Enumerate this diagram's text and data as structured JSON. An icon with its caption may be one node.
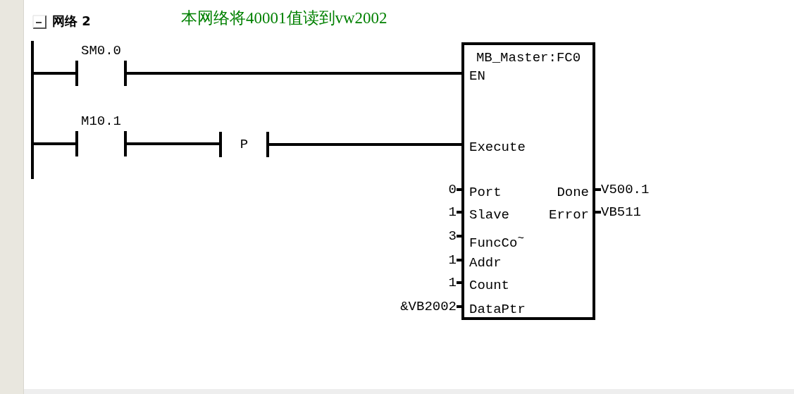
{
  "diagram": {
    "title": "网络 2",
    "nodes": [
      {
        "text": [],
        "shape": "bar"
      },
      {
        "text": [
          "SM0.0"
        ]
      },
      {
        "text": [
          "M10.1"
        ]
      },
      {
        "text": [
          "P"
        ]
      },
      {
        "text": [
          "MB_Master:FC0",
          "EN",
          "Execute",
          "Port",
          "Slave",
          "FuncCo$^{~}$",
          "Addr",
          "Count",
          "DataPtr",
          "Done",
          "Error"
        ]
      },
      {
        "text": [
          "0"
        ]
      },
      {
        "text": [
          "1"
        ]
      },
      {
        "text": [
          "3"
        ]
      },
      {
        "text": [
          "1"
        ]
      },
      {
        "text": [
          "1"
        ]
      },
      {
        "text": [
          "&VB2002"
        ]
      },
      {
        "text": [
          "V500.1"
        ]
      },
      {
        "text": [
          "VB511"
        ]
      }
    ],
    "edges": [
      {
        "from": 0,
        "to": 1,
        "arrow": "none"
      },
      {
        "from": 1,
        "to": 4,
        "arrow": "none"
      },
      {
        "from": 0,
        "to": 2,
        "arrow": "none"
      },
      {
        "from": 2,
        "to": 3,
        "arrow": "none"
      },
      {
        "from": 3,
        "to": 4,
        "arrow": "none"
      },
      {
        "from": 5,
        "to": 4,
        "arrow": "none"
      },
      {
        "from": 6,
        "to": 4,
        "arrow": "none"
      },
      {
        "from": 7,
        "to": 4,
        "arrow": "none"
      },
      {
        "from": 8,
        "to": 4,
        "arrow": "none"
      },
      {
        "from": 9,
        "to": 4,
        "arrow": "none"
      },
      {
        "from": 10,
        "to": 4,
        "arrow": "none"
      },
      {
        "from": 4,
        "to": 11,
        "arrow": "none"
      },
      {
        "from": 4,
        "to": 12,
        "arrow": "none"
      }
    ],
    "labels": [
      "本网络将40001值读到vw2002"
    ]
  }
}
